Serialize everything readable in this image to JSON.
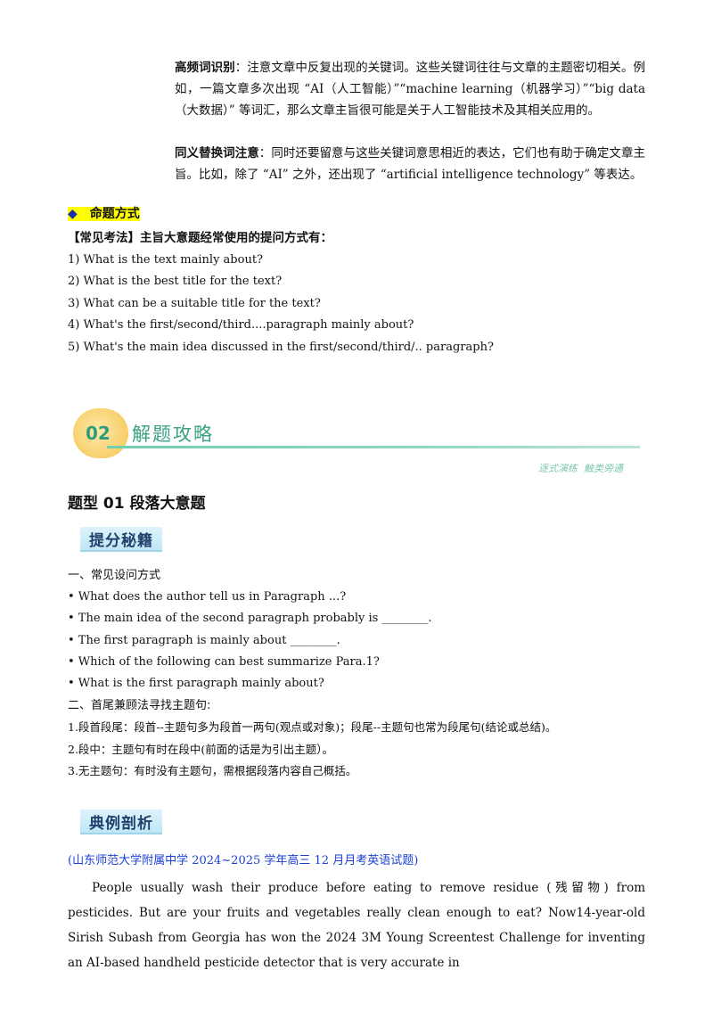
{
  "intro": {
    "p1_label": "高频词识别",
    "p1_text": "：注意文章中反复出现的关键词。这些关键词往往与文章的主题密切相关。例如，一篇文章多次出现 “AI（人工智能）”“machine learning（机器学习）”“big data（大数据）” 等词汇，那么文章主旨很可能是关于人工智能技术及其相关应用的。",
    "p2_label": "同义替换词注意",
    "p2_text": "：同时还要留意与这些关键词意思相近的表达，它们也有助于确定文章主旨。比如，除了 “AI” 之外，还出现了 “artificial intelligence technology” 等表达。"
  },
  "method": {
    "diamond": "◆",
    "heading": "命题方式",
    "subheading": "【常见考法】主旨大意题经常使用的提问方式有：",
    "items": [
      "1) What is the text mainly about?",
      "2) What is the best title for the text?",
      "3) What can be a suitable title for the text?",
      "4) What's the first/second/third....paragraph mainly about?",
      "5) What's the main idea discussed in the first/second/third/.. paragraph?"
    ]
  },
  "banner": {
    "number": "02",
    "title": "解题攻略",
    "slogan": "逐式演练  触类旁通"
  },
  "section": {
    "title": "题型 01 段落大意题",
    "tag1": "提分秘籍",
    "list1_heading": "一、常见设问方式",
    "list1": [
      "• What does the author tell us in Paragraph ...?",
      "• The main idea of the second paragraph probably is ________.",
      "• The first paragraph is mainly about ________.",
      "• Which of the following can best summarize Para.1?",
      "• What is the first paragraph mainly about?"
    ],
    "list2_heading": "二、首尾兼顾法寻找主题句:",
    "list2": [
      "1.段首段尾：段首--主题句多为段首一两句(观点或对象)；段尾--主题句也常为段尾句(结论或总结)。",
      "2.段中：主题句有时在段中(前面的话是为引出主题）。",
      "3.无主题句：有时没有主题句，需根据段落内容自己概括。"
    ],
    "tag2": "典例剖析",
    "source": "(山东师范大学附属中学 2024~2025 学年高三 12 月月考英语试题)",
    "passage": "People usually wash their produce before eating to remove residue (残留物) from pesticides. But are your fruits and vegetables really clean enough to eat? Now14-year-old Sirish Subash from Georgia has won the 2024 3M Young Screentest Challenge for inventing an AI-based handheld pesticide detector that is very accurate in"
  }
}
